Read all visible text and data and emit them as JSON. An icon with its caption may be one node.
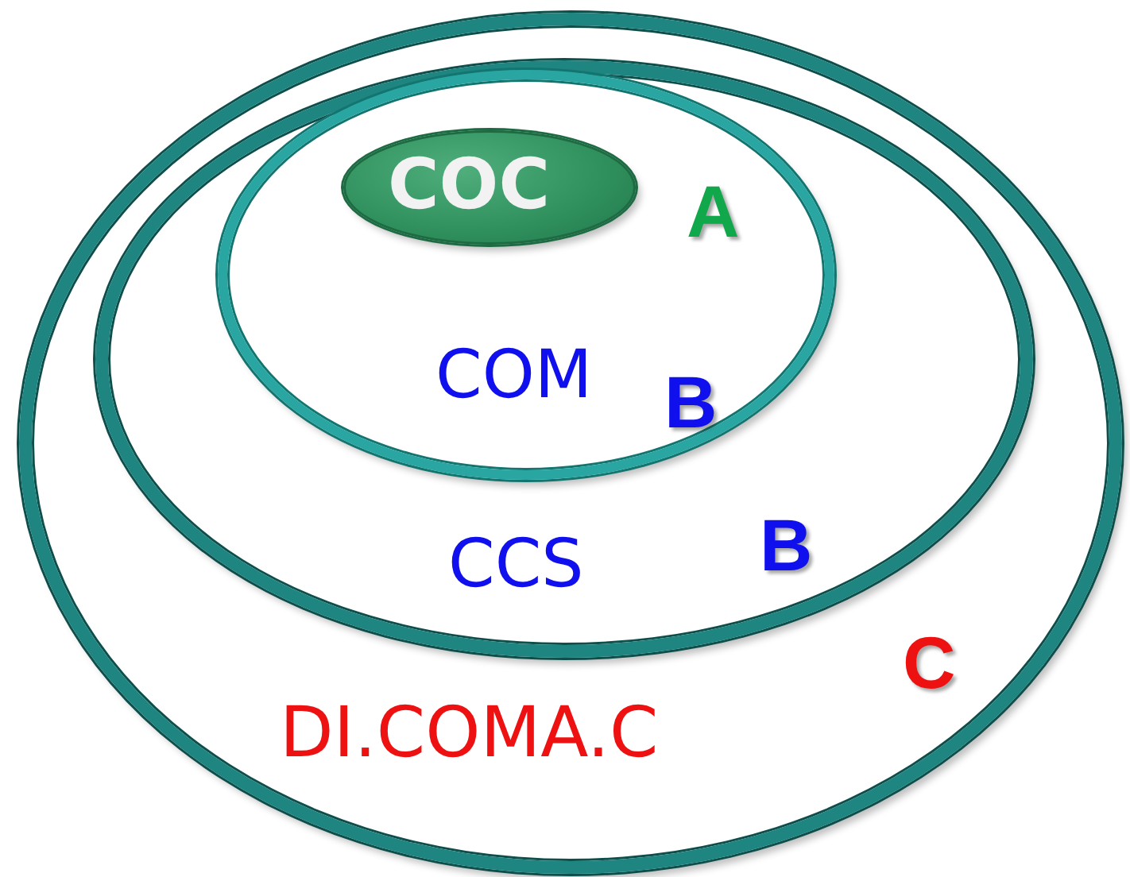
{
  "diagram": {
    "nodes": [
      {
        "text": [
          "DI.COMA.C"
        ]
      },
      {
        "text": [
          "CCS"
        ],
        "in": 0
      },
      {
        "text": [
          "COM"
        ],
        "in": 1
      },
      {
        "text": [
          "COC"
        ],
        "in": 2
      }
    ],
    "labels": [
      "A",
      "B",
      "B",
      "C"
    ]
  }
}
